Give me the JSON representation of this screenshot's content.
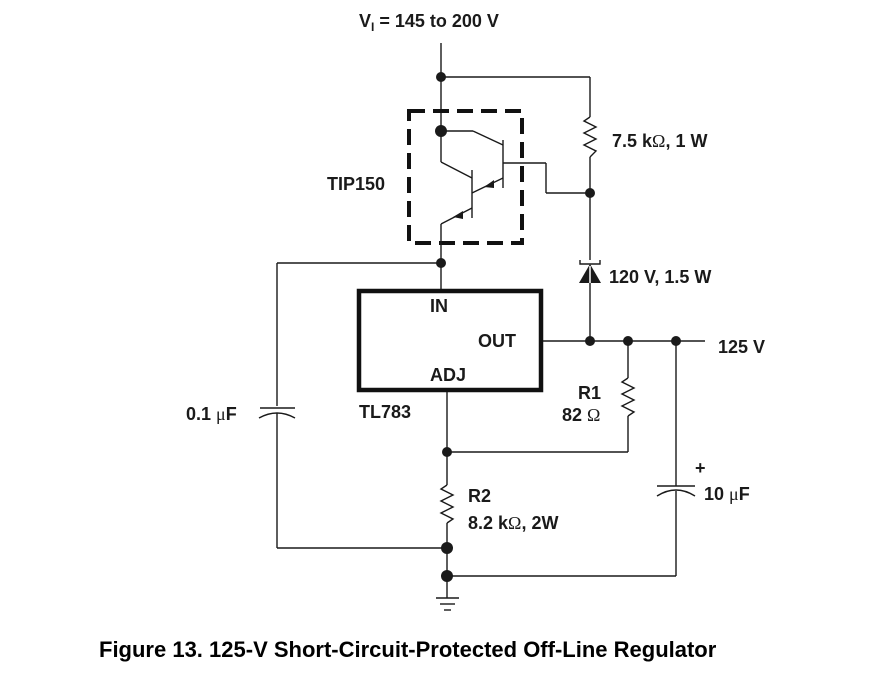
{
  "input": {
    "label_prefix": "V",
    "label_sub": "I",
    "label_rest": " = 145 to 200 V"
  },
  "transistor": {
    "label": "TIP150"
  },
  "resistor_top": {
    "value": "7.5 k",
    "unit": "Ω",
    "rating": ", 1 W"
  },
  "zener": {
    "label": "120 V, 1.5 W"
  },
  "regulator": {
    "name": "TL783",
    "pin_in": "IN",
    "pin_out": "OUT",
    "pin_adj": "ADJ"
  },
  "output": {
    "label": "125 V"
  },
  "r1": {
    "name": "R1",
    "value": "82 ",
    "unit": "Ω"
  },
  "r2": {
    "name": "R2",
    "value": "8.2 k",
    "unit": "Ω",
    "rating": ", 2W"
  },
  "c_in": {
    "value": "0.1 ",
    "unit": "μ",
    "suffix": "F"
  },
  "c_out": {
    "polarity": "+",
    "value": "10 ",
    "unit": "μ",
    "suffix": "F"
  },
  "caption": "Figure 13.  125-V Short-Circuit-Protected Off-Line Regulator"
}
